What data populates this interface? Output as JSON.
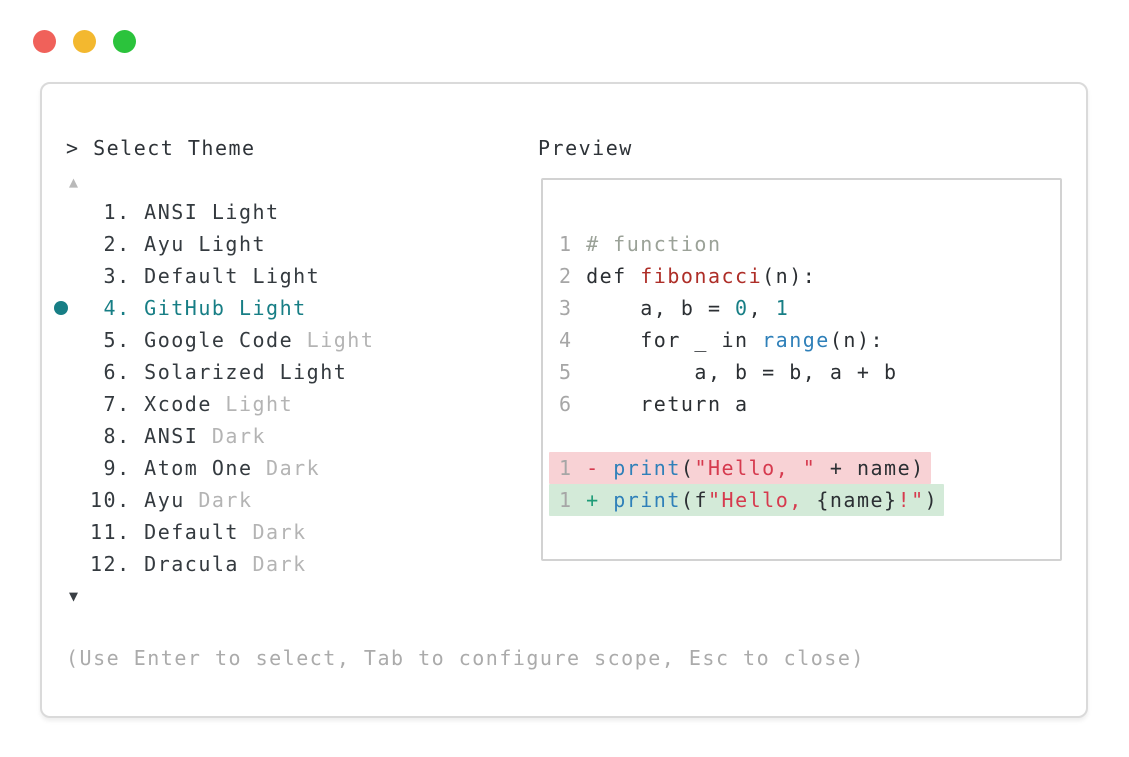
{
  "window": {
    "traffic_lights": [
      {
        "name": "close-button",
        "color": "#f0615a"
      },
      {
        "name": "minimize-button",
        "color": "#f3b82f"
      },
      {
        "name": "zoom-button",
        "color": "#2bc33c"
      }
    ]
  },
  "theme_picker": {
    "prompt": "> Select Theme",
    "scroll_up_icon": "▲",
    "scroll_down_icon": "▼",
    "items": [
      {
        "number": 1,
        "name": "ANSI Light",
        "suffix": "",
        "selected": false
      },
      {
        "number": 2,
        "name": "Ayu Light",
        "suffix": "",
        "selected": false
      },
      {
        "number": 3,
        "name": "Default Light",
        "suffix": "",
        "selected": false
      },
      {
        "number": 4,
        "name": "GitHub Light",
        "suffix": "",
        "selected": true
      },
      {
        "number": 5,
        "name": "Google Code",
        "suffix": "Light",
        "selected": false
      },
      {
        "number": 6,
        "name": "Solarized Light",
        "suffix": "",
        "selected": false
      },
      {
        "number": 7,
        "name": "Xcode",
        "suffix": "Light",
        "selected": false
      },
      {
        "number": 8,
        "name": "ANSI",
        "suffix": "Dark",
        "selected": false
      },
      {
        "number": 9,
        "name": "Atom One",
        "suffix": "Dark",
        "selected": false
      },
      {
        "number": 10,
        "name": "Ayu",
        "suffix": "Dark",
        "selected": false
      },
      {
        "number": 11,
        "name": "Default",
        "suffix": "Dark",
        "selected": false
      },
      {
        "number": 12,
        "name": "Dracula",
        "suffix": "Dark",
        "selected": false
      }
    ],
    "help_text": "(Use Enter to select, Tab to configure scope, Esc to close)"
  },
  "preview": {
    "label": "Preview",
    "code_lines": [
      {
        "num": "1",
        "diff": "",
        "tokens": [
          {
            "text": "# function",
            "type": "comment"
          }
        ]
      },
      {
        "num": "2",
        "diff": "",
        "tokens": [
          {
            "text": "def ",
            "type": "code"
          },
          {
            "text": "fibonacci",
            "type": "func"
          },
          {
            "text": "(n):",
            "type": "code"
          }
        ]
      },
      {
        "num": "3",
        "diff": "",
        "tokens": [
          {
            "text": "    a, b = ",
            "type": "code"
          },
          {
            "text": "0",
            "type": "number"
          },
          {
            "text": ", ",
            "type": "code"
          },
          {
            "text": "1",
            "type": "number"
          }
        ]
      },
      {
        "num": "4",
        "diff": "",
        "tokens": [
          {
            "text": "    for _ in ",
            "type": "code"
          },
          {
            "text": "range",
            "type": "builtin"
          },
          {
            "text": "(n):",
            "type": "code"
          }
        ]
      },
      {
        "num": "5",
        "diff": "",
        "tokens": [
          {
            "text": "        a, b = b, a + b",
            "type": "code"
          }
        ]
      },
      {
        "num": "6",
        "diff": "",
        "tokens": [
          {
            "text": "    return a",
            "type": "code"
          }
        ]
      },
      {
        "num": "",
        "diff": "",
        "tokens": []
      },
      {
        "num": "1",
        "diff": "del",
        "tokens": [
          {
            "text": "- ",
            "type": "del_sign"
          },
          {
            "text": "print",
            "type": "builtin"
          },
          {
            "text": "(",
            "type": "code"
          },
          {
            "text": "\"Hello, \"",
            "type": "string"
          },
          {
            "text": " + name)",
            "type": "code"
          }
        ]
      },
      {
        "num": "1",
        "diff": "add",
        "tokens": [
          {
            "text": "+ ",
            "type": "add_sign"
          },
          {
            "text": "print",
            "type": "builtin"
          },
          {
            "text": "(f",
            "type": "code"
          },
          {
            "text": "\"Hello, ",
            "type": "string"
          },
          {
            "text": "{name}",
            "type": "code"
          },
          {
            "text": "!\"",
            "type": "string"
          },
          {
            "text": ")",
            "type": "code"
          }
        ]
      }
    ]
  },
  "colors": {
    "accent": "#177e85",
    "text_dark": "#2e3338",
    "list_text": "#343a3f",
    "muted": "#b4b4b4",
    "help_text": "#ababab",
    "panel_border": "#dadada",
    "preview_border": "#d2d2d2",
    "tok_comment": "#9ba298",
    "tok_code": "#2b2f33",
    "tok_func": "#ae2e28",
    "tok_number": "#177e85",
    "tok_builtin": "#2f80b9",
    "tok_string": "#d63a4e",
    "tok_del_sign": "#d63a4e",
    "tok_add_sign": "#1d9b77",
    "tok_ln": "#a6a6a6",
    "diff_del_bg": "#f8d2d5",
    "diff_add_bg": "#d3ead8"
  }
}
